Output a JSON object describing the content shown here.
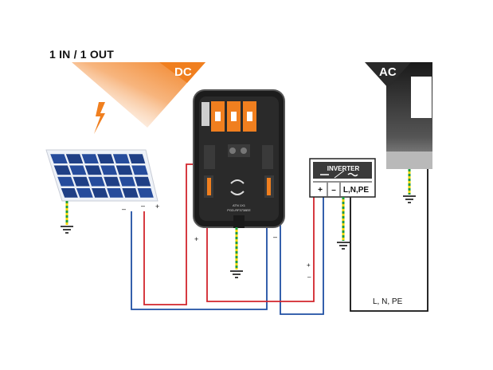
{
  "title": "1 IN / 1 OUT",
  "dc_tag": "DC",
  "ac_tag": "AC",
  "panel_terminals": {
    "neg": "–",
    "neg2": "–",
    "pos": "+"
  },
  "box_terminals": {
    "pos": "+",
    "neg": "–"
  },
  "box_text": {
    "line1": "ATN 1X1",
    "line2": "PGD-RF3738EE"
  },
  "inverter": {
    "title": "INVERTER",
    "pos": "+",
    "neg": "–",
    "ac": "L,N,PE"
  },
  "inverter_inputs": {
    "pos": "+",
    "neg": "–"
  },
  "ac_line_label": "L, N, PE",
  "colors": {
    "accent_orange": "#f07f1f",
    "dc_positive": "#d2252c",
    "dc_negative": "#1f4fa3",
    "earth_green": "#1f9a3c",
    "earth_yellow": "#f2d600"
  }
}
